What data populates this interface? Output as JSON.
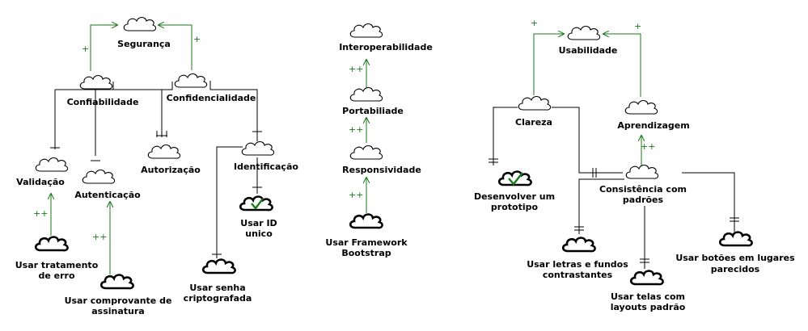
{
  "diagram": {
    "security_model": {
      "goals": {
        "seguranca": "Segurança",
        "confiabilidade": "Confiabilidade",
        "confidencialidade": "Confidencialidade",
        "validacao": "Validação",
        "autenticacao": "Autenticação",
        "autorizacao": "Autorização",
        "identificacao": "Identificação"
      },
      "tasks": {
        "usar_id_unico": [
          "Usar ID",
          "unico"
        ],
        "usar_tratamento_erro": [
          "Usar tratamento",
          "de erro"
        ],
        "usar_comprovante": [
          "Usar comprovante de",
          "assinatura"
        ],
        "usar_senha": [
          "Usar senha",
          "criptografada"
        ]
      },
      "contributions": [
        "+",
        "+",
        "++",
        "++"
      ]
    },
    "portability_model": {
      "goals": {
        "interoperabilidade": "Interoperabilidade",
        "portabiliade": "Portabiliade",
        "responsividade": "Responsividade"
      },
      "tasks": {
        "usar_framework": [
          "Usar Framework",
          "Bootstrap"
        ]
      },
      "contributions": [
        "++",
        "++",
        "++"
      ]
    },
    "usability_model": {
      "goals": {
        "usabilidade": "Usabilidade",
        "clareza": "Clareza",
        "aprendizagem": "Aprendizagem",
        "consistencia": [
          "Consistência com",
          "padrões"
        ]
      },
      "tasks": {
        "desenvolver_prototipo": [
          "Desenvolver um",
          "prototipo"
        ],
        "usar_letras": [
          "Usar letras e fundos",
          "contrastantes"
        ],
        "usar_telas": [
          "Usar telas com",
          "layouts padrão"
        ],
        "usar_botoes": [
          "Usar botões em lugares",
          "parecidos"
        ]
      },
      "contributions": [
        "+",
        "+",
        "++"
      ]
    }
  },
  "colors": {
    "contribution": "#1a7a1a",
    "line": "#000000",
    "satisfied_check": "#1a7a1a"
  },
  "icons": {
    "softgoal": "softgoal-cloud-icon",
    "operationalization": "operationalization-cloud-icon",
    "satisfied": "check-icon"
  }
}
